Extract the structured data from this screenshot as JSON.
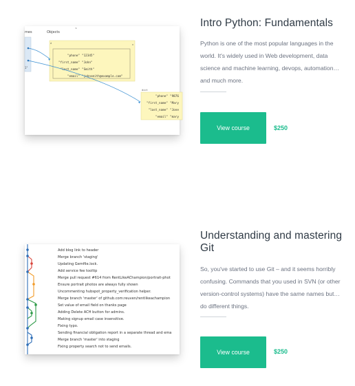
{
  "courses": [
    {
      "title": "Intro Python: Fundamentals",
      "description": "Python is one of the most popular languages in the world. It's widely used in Web development, data science and machine learning, devops, automation and much more.",
      "button_label": "View course",
      "price": "$250",
      "thumbnail": {
        "column_labels": [
          "mes",
          "Objects"
        ],
        "dict_label": "dict",
        "dict_entries": [
          {
            "key": "\"phone\"",
            "value": "\"12345\""
          },
          {
            "key": "\"first_name\"",
            "value": "\"John\""
          },
          {
            "key": "\"last_name\"",
            "value": "\"Smith\""
          },
          {
            "key": "\"email\"",
            "value": "\"johnsmith@example.com\""
          }
        ],
        "dict2_label": "dict",
        "dict2_entries": [
          {
            "key": "\"phone\"",
            "value": "\"9876"
          },
          {
            "key": "\"first_name\"",
            "value": "\"Mary"
          },
          {
            "key": "\"last_name\"",
            "value": "\"Jone"
          },
          {
            "key": "\"email\"",
            "value": "\"mary"
          }
        ]
      }
    },
    {
      "title": "Understanding and mastering Git",
      "description": "So, you've started to use Git – and it seems horribly confusing. Commands that you used in SVN (or other version-control systems) have the same names but do different things.",
      "button_label": "View course",
      "price": "$250",
      "thumbnail": {
        "commits": [
          "Add blog link to header",
          "Merge branch 'staging'",
          "Updating Gemfile.lock.",
          "Add service fee tooltip",
          "Merge pull request #614 from RentLikeAChampion/portrait-phot",
          "Ensure portrait photos are always fully shown",
          "Uncommenting hubspot_property_verification helper.",
          "Merge branch 'master' of github.com:reuven/rentlikeachampion",
          "Set value of email field on thanks page",
          "Adding Delete ACH button for admins.",
          "Making signup email case insensitive.",
          "Fixing typo.",
          "Sending financial obligation report in a separate thread and ema",
          "Merge branch 'master' into staging",
          "Fixing property search not to send emails."
        ]
      }
    }
  ],
  "colors": {
    "accent": "#1bbc8d",
    "title": "#2f3a45",
    "text": "#6b7280",
    "dict_fill": "#fdf6bd",
    "arrow": "#3a8fd1",
    "git_blue": "#2d6db6",
    "git_green": "#2e9a48",
    "git_orange": "#f29b28",
    "git_red": "#d9453c"
  }
}
